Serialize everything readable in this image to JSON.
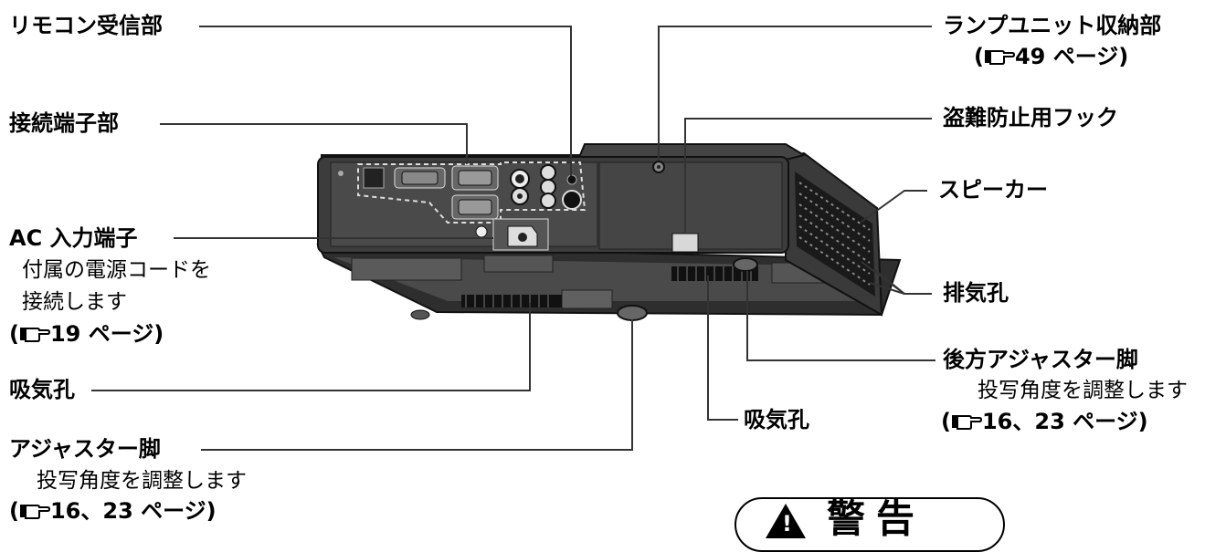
{
  "labels": {
    "remote_receiver": "リモコン受信部",
    "connection_terminal": "接続端子部",
    "ac_input": "AC 入力端子",
    "ac_desc_1": "付属の電源コードを",
    "ac_desc_2": "接続します",
    "ac_ref_page": "19 ページ",
    "intake_left": "吸気孔",
    "adjuster_foot": "アジャスター脚",
    "adjuster_desc": "投写角度を調整します",
    "adjuster_ref_page": "16、23 ページ",
    "lamp_unit": "ランプユニット収納部",
    "lamp_ref_page": "49 ページ",
    "anti_theft": "盗難防止用フック",
    "speaker": "スピーカー",
    "exhaust": "排気孔",
    "rear_adjuster": "後方アジャスター脚",
    "rear_adjuster_desc": "投写角度を調整します",
    "rear_adjuster_ref_page": "16、23 ページ",
    "intake_bottom": "吸気孔",
    "warning": "警告"
  },
  "icons": {
    "ref_icon": "pointing-hand-reference-icon",
    "warning_icon": "warning-triangle-icon"
  },
  "colors": {
    "leader_line": "#333333",
    "device_body": "#3a3a3a",
    "device_dark": "#111111"
  }
}
